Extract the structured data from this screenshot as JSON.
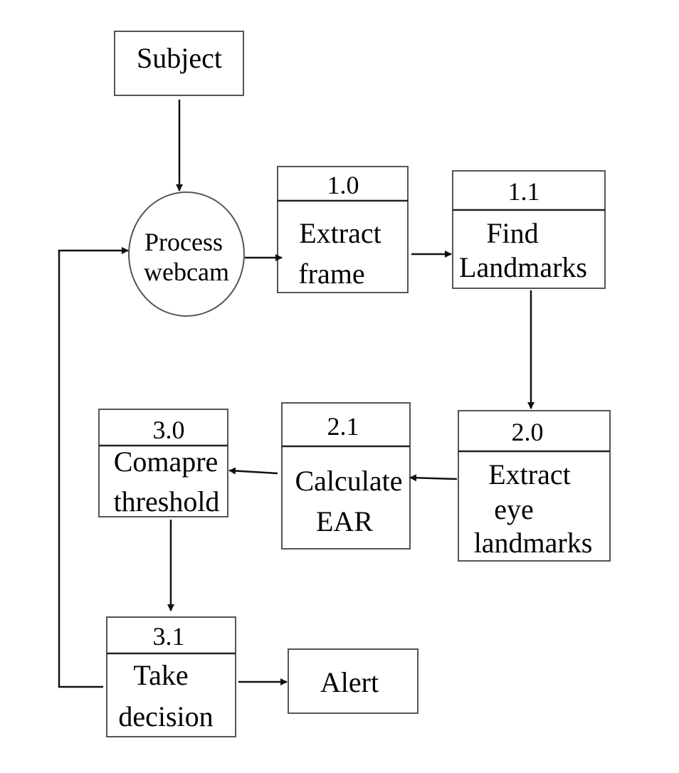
{
  "diagram": {
    "nodes": {
      "subject": {
        "label": "Subject"
      },
      "process_webcam": {
        "line1": "Process",
        "line2": "webcam"
      },
      "extract_frame": {
        "id": "1.0",
        "line1": "Extract",
        "line2": "frame"
      },
      "find_landmarks": {
        "id": "1.1",
        "line1": "Find",
        "line2": "Landmarks"
      },
      "extract_eye_landmarks": {
        "id": "2.0",
        "line1": "Extract",
        "line2": "eye",
        "line3": "landmarks"
      },
      "calculate_ear": {
        "id": "2.1",
        "line1": "Calculate",
        "line2": "EAR"
      },
      "compare_threshold": {
        "id": "3.0",
        "line1": "Comapre",
        "line2": "threshold"
      },
      "take_decision": {
        "id": "3.1",
        "line1": "Take",
        "line2": "decision"
      },
      "alert": {
        "label": "Alert"
      }
    },
    "edges": [
      {
        "from": "subject",
        "to": "process_webcam"
      },
      {
        "from": "process_webcam",
        "to": "extract_frame"
      },
      {
        "from": "extract_frame",
        "to": "find_landmarks"
      },
      {
        "from": "find_landmarks",
        "to": "extract_eye_landmarks"
      },
      {
        "from": "extract_eye_landmarks",
        "to": "calculate_ear"
      },
      {
        "from": "calculate_ear",
        "to": "compare_threshold"
      },
      {
        "from": "compare_threshold",
        "to": "take_decision"
      },
      {
        "from": "take_decision",
        "to": "alert"
      },
      {
        "from": "take_decision",
        "to": "process_webcam"
      }
    ]
  }
}
